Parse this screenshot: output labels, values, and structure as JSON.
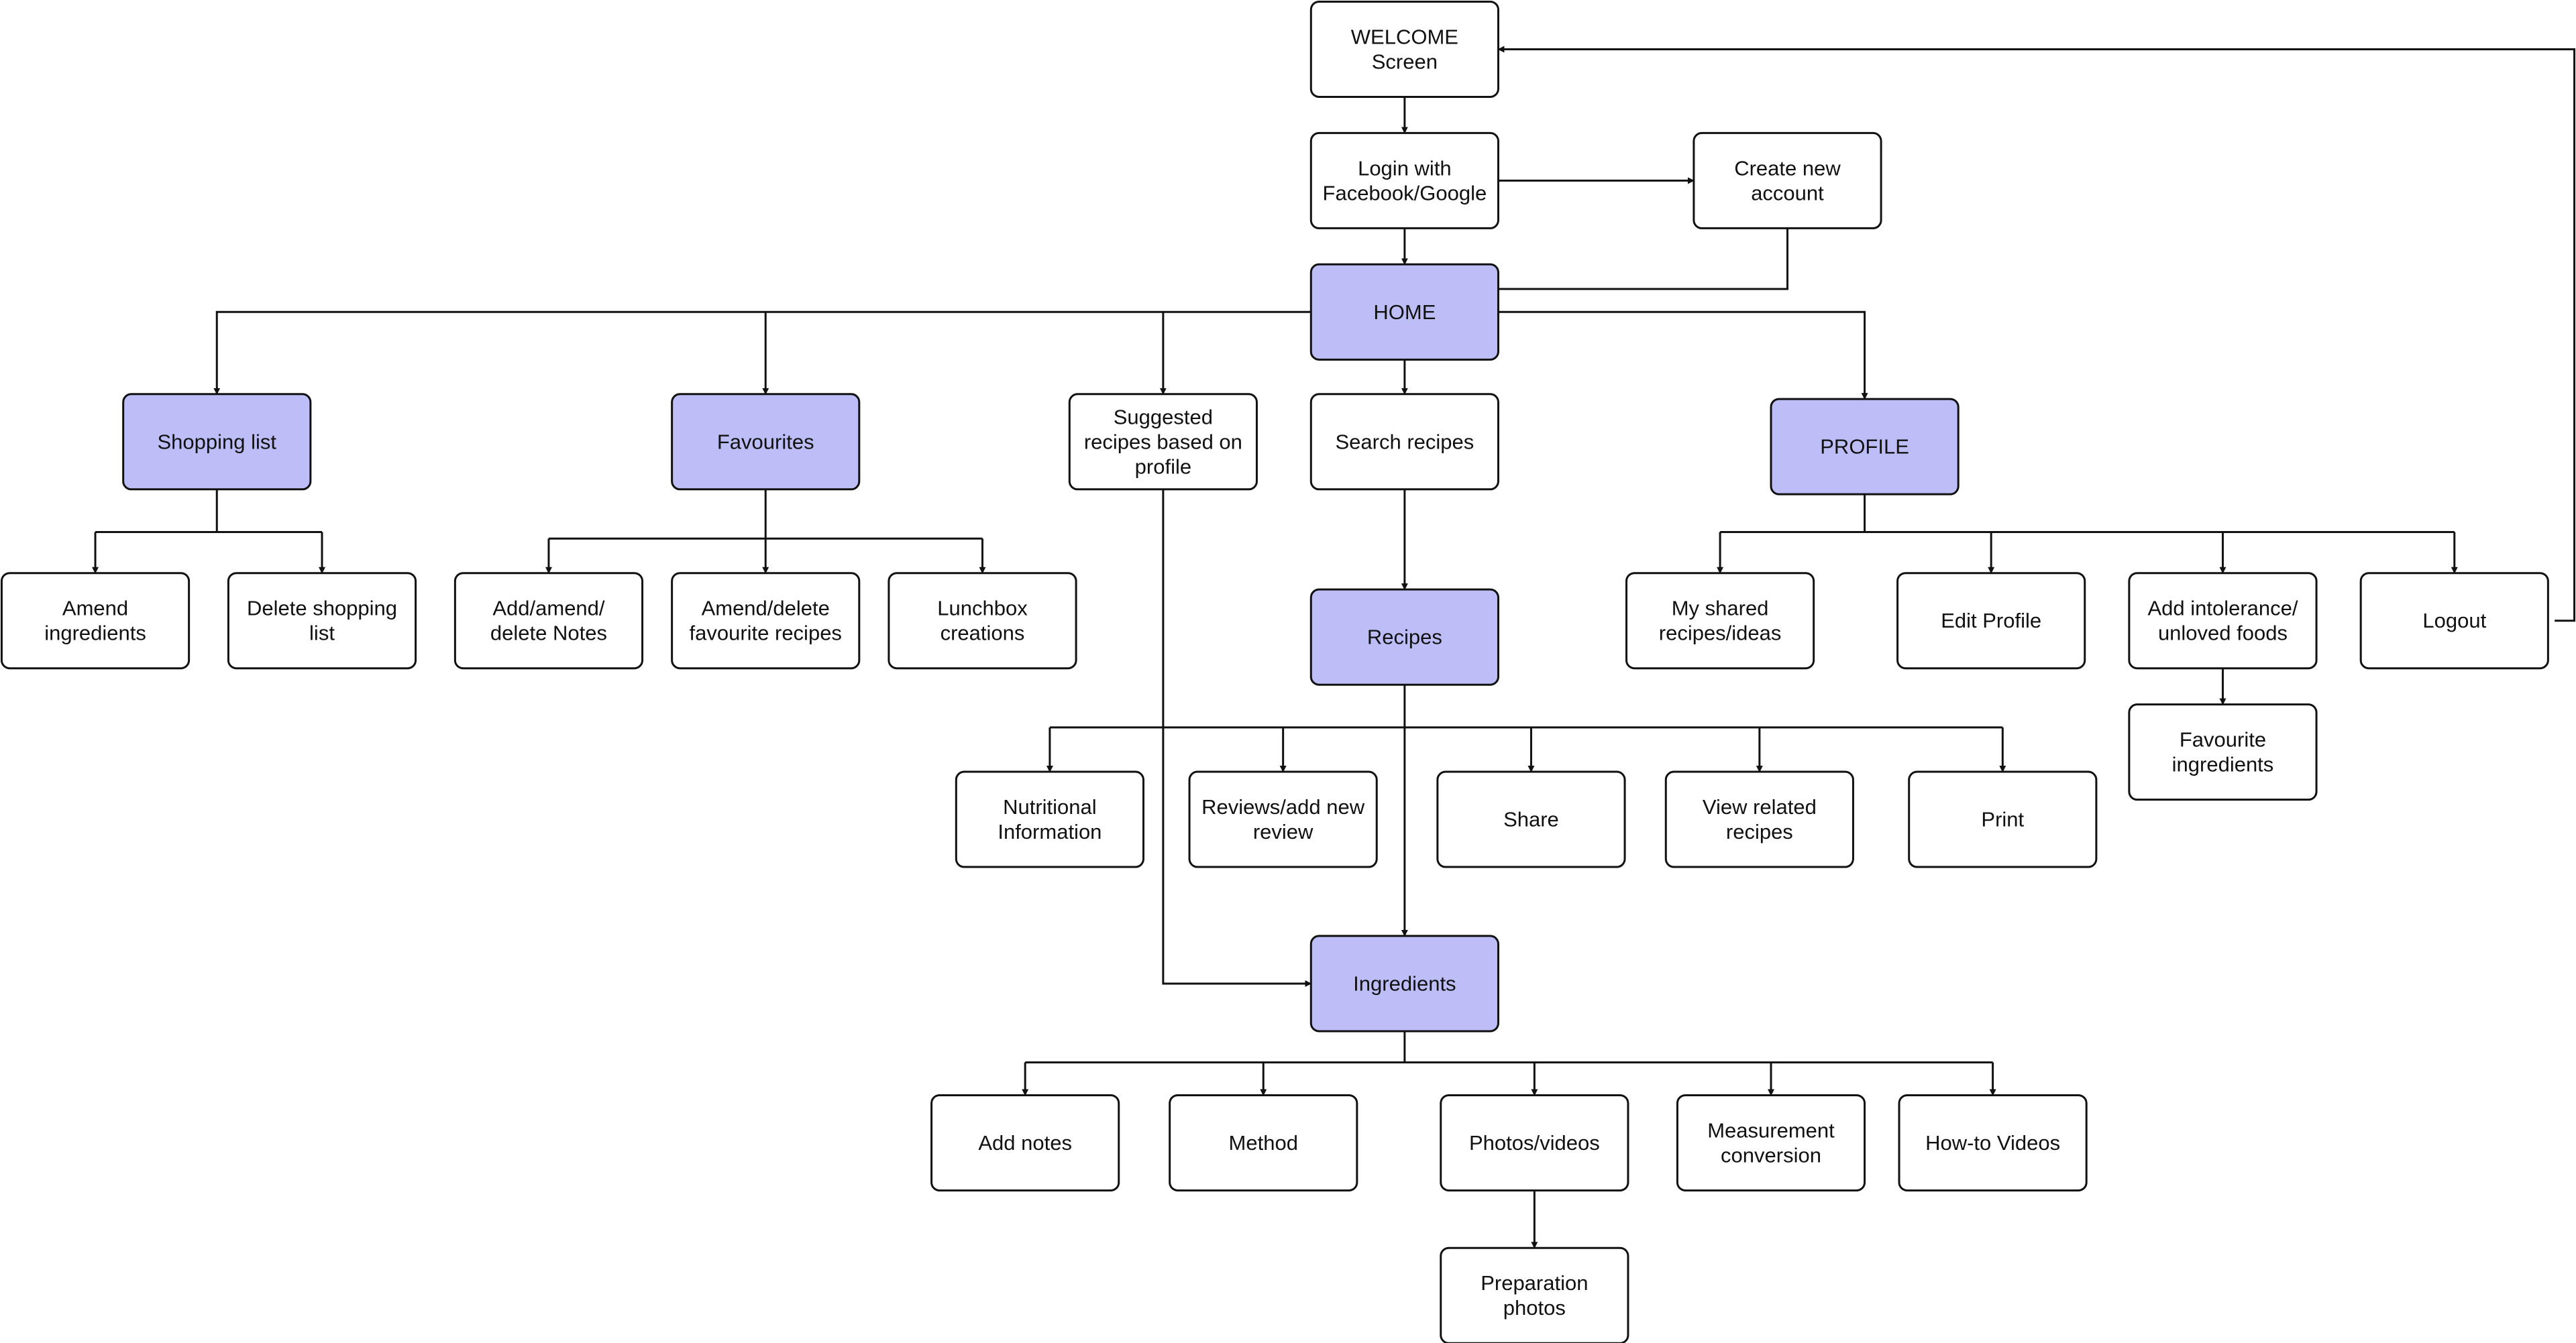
{
  "colors": {
    "highlight": "#bdbdf8",
    "plain": "#ffffff",
    "stroke": "#111111"
  },
  "nodes": {
    "welcome": {
      "lines": [
        "WELCOME",
        "Screen"
      ],
      "highlight": false
    },
    "login": {
      "lines": [
        "Login with",
        "Facebook/Google"
      ],
      "highlight": false
    },
    "create_account": {
      "lines": [
        "Create new",
        "account"
      ],
      "highlight": false
    },
    "home": {
      "lines": [
        "HOME"
      ],
      "highlight": true
    },
    "shopping_list": {
      "lines": [
        "Shopping list"
      ],
      "highlight": true
    },
    "favourites": {
      "lines": [
        "Favourites"
      ],
      "highlight": true
    },
    "suggested": {
      "lines": [
        "Suggested",
        "recipes based on",
        "profile"
      ],
      "highlight": false
    },
    "search_recipes": {
      "lines": [
        "Search recipes"
      ],
      "highlight": false
    },
    "profile": {
      "lines": [
        "PROFILE"
      ],
      "highlight": true
    },
    "amend_ingredients": {
      "lines": [
        "Amend",
        "ingredients"
      ],
      "highlight": false
    },
    "delete_shopping": {
      "lines": [
        "Delete shopping",
        "list"
      ],
      "highlight": false
    },
    "add_notes_fav": {
      "lines": [
        "Add/amend/",
        "delete Notes"
      ],
      "highlight": false
    },
    "amend_fav": {
      "lines": [
        "Amend/delete",
        "favourite recipes"
      ],
      "highlight": false
    },
    "lunchbox": {
      "lines": [
        "Lunchbox",
        "creations"
      ],
      "highlight": false
    },
    "recipes": {
      "lines": [
        "Recipes"
      ],
      "highlight": true
    },
    "shared": {
      "lines": [
        "My shared",
        "recipes/ideas"
      ],
      "highlight": false
    },
    "edit_profile": {
      "lines": [
        "Edit Profile"
      ],
      "highlight": false
    },
    "intolerance": {
      "lines": [
        "Add intolerance/",
        "unloved foods"
      ],
      "highlight": false
    },
    "logout": {
      "lines": [
        "Logout"
      ],
      "highlight": false
    },
    "fav_ingredients": {
      "lines": [
        "Favourite",
        "ingredients"
      ],
      "highlight": false
    },
    "nutritional": {
      "lines": [
        "Nutritional",
        "Information"
      ],
      "highlight": false
    },
    "reviews": {
      "lines": [
        "Reviews/add new",
        "review"
      ],
      "highlight": false
    },
    "share": {
      "lines": [
        "Share"
      ],
      "highlight": false
    },
    "related": {
      "lines": [
        "View related",
        "recipes"
      ],
      "highlight": false
    },
    "print": {
      "lines": [
        "Print"
      ],
      "highlight": false
    },
    "ingredients": {
      "lines": [
        "Ingredients"
      ],
      "highlight": true
    },
    "add_notes": {
      "lines": [
        "Add notes"
      ],
      "highlight": false
    },
    "method": {
      "lines": [
        "Method"
      ],
      "highlight": false
    },
    "photos": {
      "lines": [
        "Photos/videos"
      ],
      "highlight": false
    },
    "measurement": {
      "lines": [
        "Measurement",
        "conversion"
      ],
      "highlight": false
    },
    "howto": {
      "lines": [
        "How-to Videos"
      ],
      "highlight": false
    },
    "prep_photos": {
      "lines": [
        "Preparation",
        "photos"
      ],
      "highlight": false
    }
  }
}
